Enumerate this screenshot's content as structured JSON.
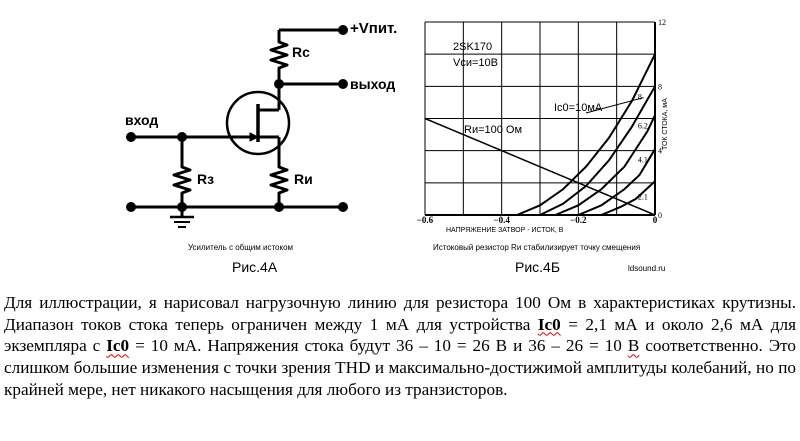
{
  "schematic": {
    "vplus": "+Vпит.",
    "output": "выход",
    "input": "вход",
    "rc": "Rc",
    "rz": "Rз",
    "ri": "Rи",
    "caption": "Усилитель с общим истоком",
    "fig": "Рис.4А"
  },
  "graph": {
    "device": "2SK170",
    "vds": "Vси=10В",
    "ic0": "Ic0=10мА",
    "ri_line": "Rи=100 Ом",
    "x_axis_label": "НАПРЯЖЕНИЕ ЗАТВОР - ИСТОК, В",
    "y_axis_label": "ТОК СТОКА, мА",
    "x_ticks": [
      "−0.6",
      "−0.4",
      "−0.2",
      "0"
    ],
    "y_ticks": [
      "0",
      "4",
      "8",
      "12"
    ],
    "curve_labels": [
      "8",
      "6.2",
      "4.1",
      "2.1"
    ],
    "caption": "Истоковый резистор Rи стабилизирует точку смещения",
    "fig": "Рис.4Б",
    "watermark": "ldsound.ru"
  },
  "chart_data": {
    "type": "line",
    "title": "",
    "xlabel": "НАПРЯЖЕНИЕ ЗАТВОР - ИСТОК, В",
    "ylabel": "ТОК СТОКА, мА",
    "xlim": [
      -0.6,
      0
    ],
    "ylim": [
      0,
      12
    ],
    "series": [
      {
        "name": "10",
        "x": [
          -0.36,
          -0.3,
          -0.24,
          -0.18,
          -0.12,
          -0.06,
          0
        ],
        "y": [
          0,
          0.6,
          1.6,
          3.0,
          4.8,
          7.1,
          10.0
        ]
      },
      {
        "name": "8",
        "x": [
          -0.3,
          -0.24,
          -0.18,
          -0.12,
          -0.06,
          0
        ],
        "y": [
          0,
          0.7,
          1.8,
          3.4,
          5.5,
          8.0
        ]
      },
      {
        "name": "6.2",
        "x": [
          -0.26,
          -0.2,
          -0.14,
          -0.08,
          -0.02,
          0
        ],
        "y": [
          0,
          0.6,
          1.6,
          3.0,
          5.2,
          6.2
        ]
      },
      {
        "name": "4.1",
        "x": [
          -0.2,
          -0.14,
          -0.08,
          -0.04,
          0
        ],
        "y": [
          0,
          0.6,
          1.6,
          2.5,
          4.1
        ]
      },
      {
        "name": "2.1",
        "x": [
          -0.14,
          -0.09,
          -0.05,
          0
        ],
        "y": [
          0,
          0.5,
          1.0,
          2.1
        ]
      },
      {
        "name": "Rи=100 Ом",
        "x": [
          -0.6,
          0
        ],
        "y": [
          6.0,
          0
        ]
      }
    ]
  },
  "text": {
    "p1": "Для иллюстрации, я нарисовал нагрузочную линию для резистора 100 Ом в характеристиках крутизны. Диапазон токов стока теперь ограничен между 1 мА для устройства ",
    "b1": "Ic0",
    "p2": " = 2,1 мА и около 2,6 мА для экземпляра с ",
    "b2": "Ic0",
    "p3": " = 10 мА. Напряжения стока будут 36 – 10 = 26 В и 36 – 26 = 10 ",
    "p4": "В",
    "p5": " соответственно. Это слишком большие изменения с точки зрения THD и максимально-достижимой амплитуды колебаний, но по крайней мере, нет никакого насыщения для любого из транзисторов."
  }
}
